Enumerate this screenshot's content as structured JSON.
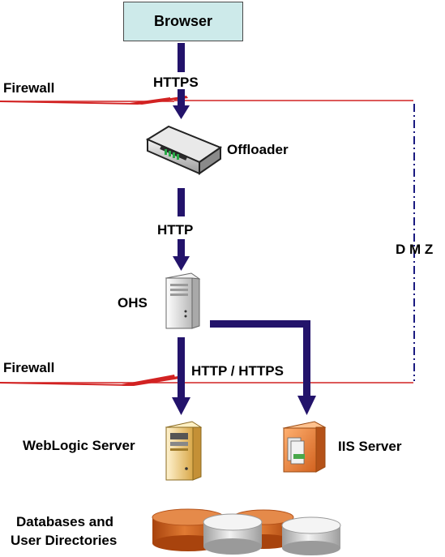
{
  "nodes": {
    "browser": "Browser",
    "offloader": "Offloader",
    "ohs": "OHS",
    "weblogic": "WebLogic Server",
    "iis": "IIS Server",
    "databases_line1": "Databases and",
    "databases_line2": "User Directories"
  },
  "zones": {
    "firewall_top": "Firewall",
    "firewall_bottom": "Firewall",
    "dmz": "D M Z"
  },
  "connections": {
    "browser_to_offloader": "HTTPS",
    "offloader_to_ohs": "HTTP",
    "ohs_to_backends": "HTTP / HTTPS"
  },
  "colors": {
    "arrow": "#23136b",
    "firewall_line": "#d22222",
    "browser_fill": "#cdeaea",
    "dmz_line": "#1a1a80",
    "cylinder_orange": "#d2621f",
    "cylinder_gray": "#d9d9d9"
  }
}
